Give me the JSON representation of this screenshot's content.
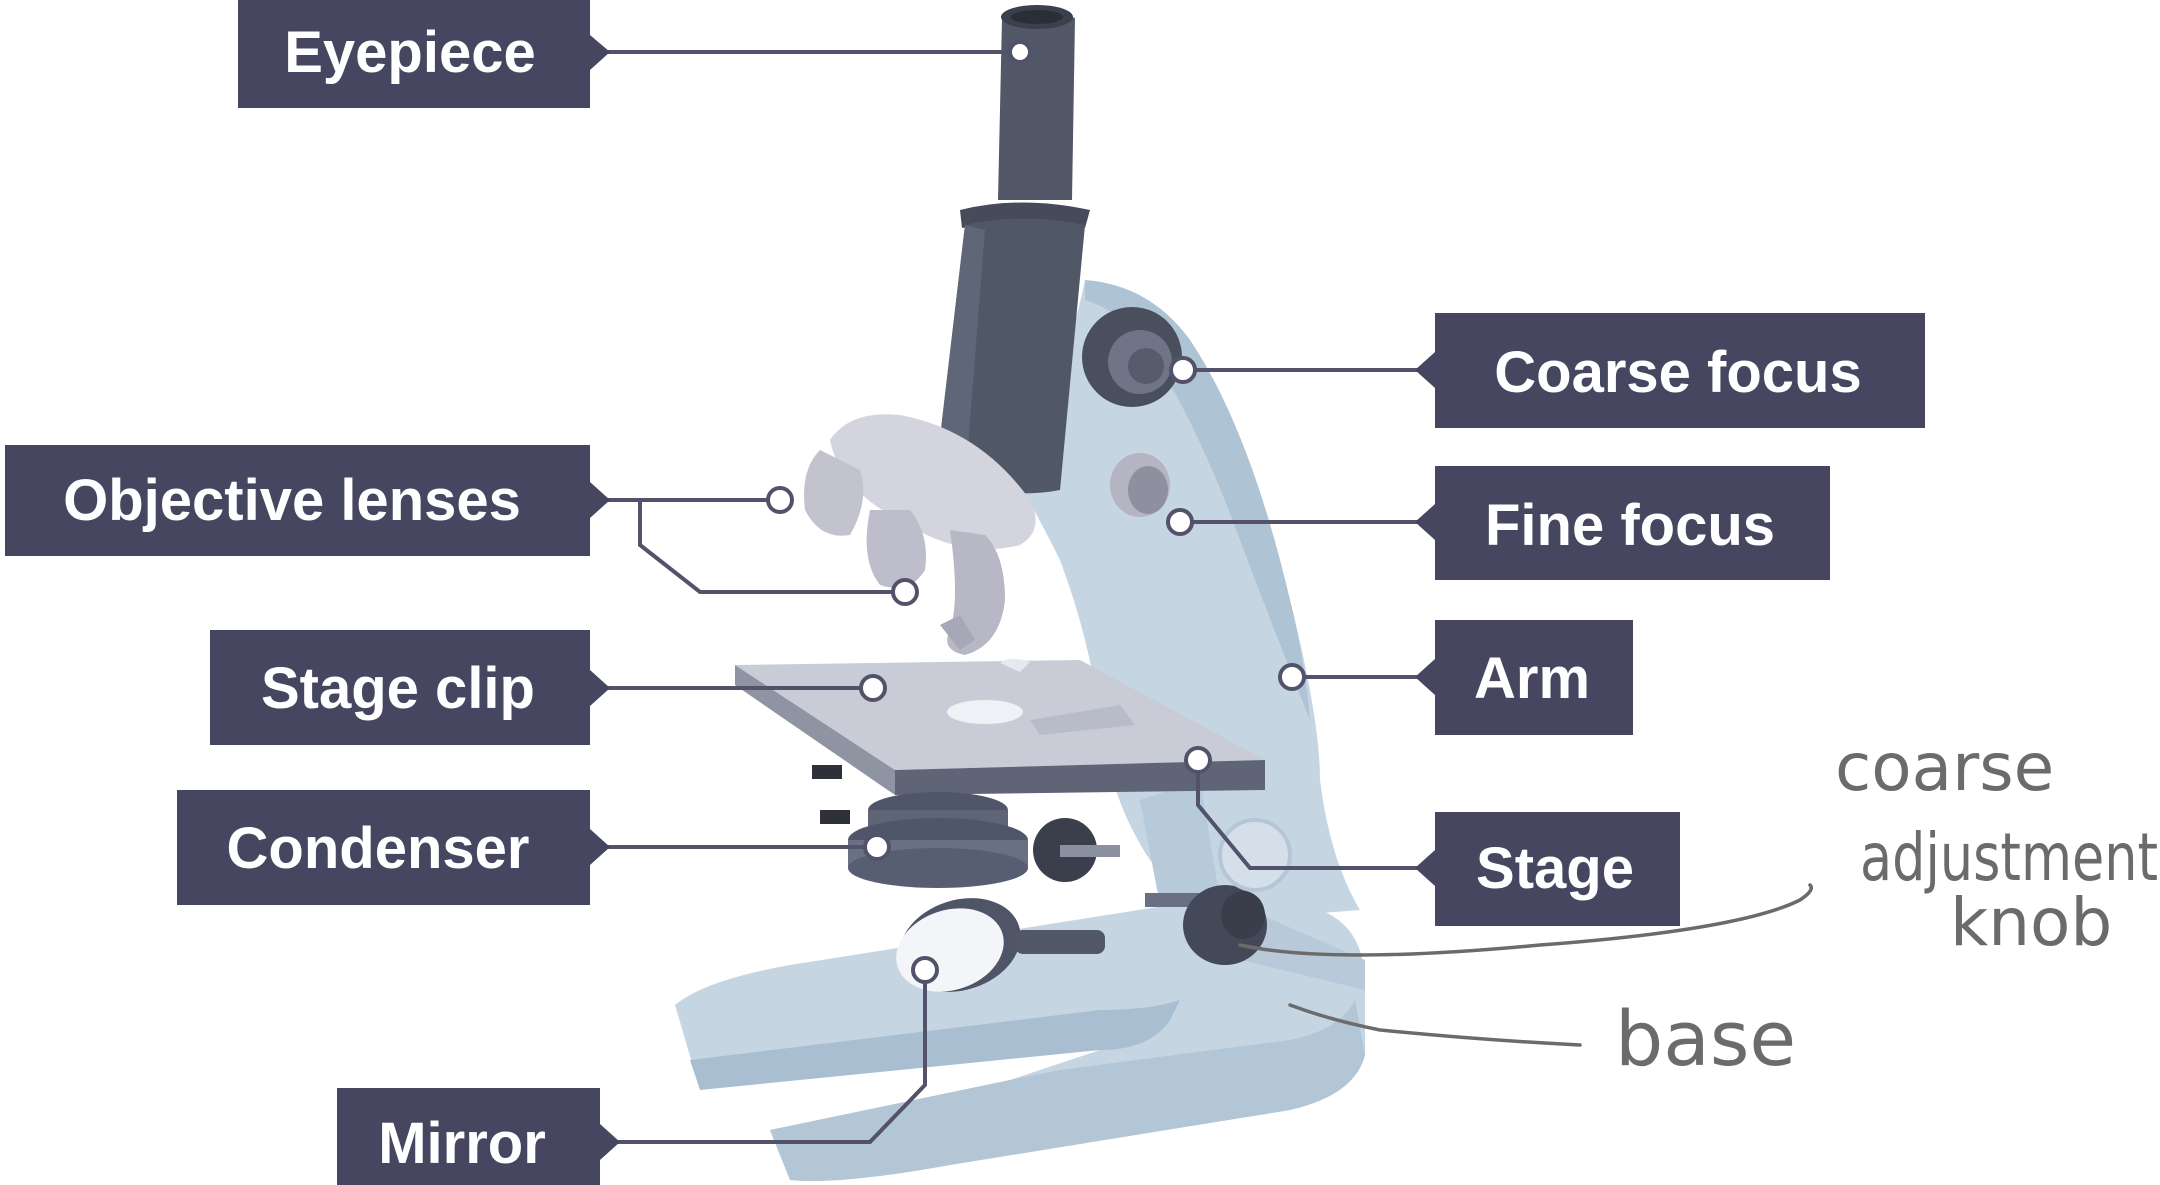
{
  "labels": {
    "eyepiece": "Eyepiece",
    "objective_lenses": "Objective lenses",
    "stage_clip": "Stage clip",
    "condenser": "Condenser",
    "mirror": "Mirror",
    "coarse_focus": "Coarse focus",
    "fine_focus": "Fine focus",
    "arm": "Arm",
    "stage": "Stage"
  },
  "handwritten": {
    "coarse_line1": "coarse",
    "coarse_line2": "adjustment",
    "coarse_line3": "knob",
    "base": "base"
  },
  "colors": {
    "label_bg": "#464660",
    "label_text": "#ffffff",
    "leader_line": "#52526a",
    "body_light": "#c5d5e2",
    "body_mid": "#a9bfd1",
    "tube_dark": "#505767",
    "stage_dark": "#5f6577",
    "handwriting": "#6b6b6b"
  }
}
